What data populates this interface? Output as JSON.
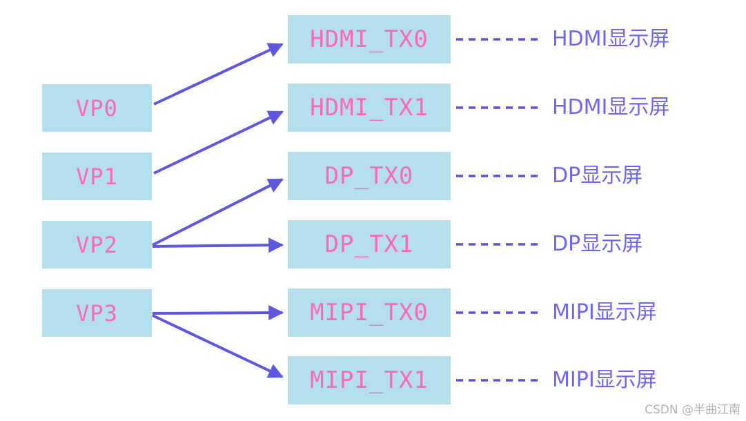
{
  "diagram": {
    "vp_nodes": [
      {
        "label": "VP0"
      },
      {
        "label": "VP1"
      },
      {
        "label": "VP2"
      },
      {
        "label": "VP3"
      }
    ],
    "tx_nodes": [
      {
        "label": "HDMI_TX0",
        "display_label": "HDMI显示屏"
      },
      {
        "label": "HDMI_TX1",
        "display_label": "HDMI显示屏"
      },
      {
        "label": "DP_TX0",
        "display_label": "DP显示屏"
      },
      {
        "label": "DP_TX1",
        "display_label": "DP显示屏"
      },
      {
        "label": "MIPI_TX0",
        "display_label": "MIPI显示屏"
      },
      {
        "label": "MIPI_TX1",
        "display_label": "MIPI显示屏"
      }
    ],
    "connections": [
      {
        "from": "VP0",
        "to": "HDMI_TX0"
      },
      {
        "from": "VP1",
        "to": "HDMI_TX1"
      },
      {
        "from": "VP2",
        "to": "DP_TX0"
      },
      {
        "from": "VP2",
        "to": "DP_TX1"
      },
      {
        "from": "VP3",
        "to": "MIPI_TX0"
      },
      {
        "from": "VP3",
        "to": "MIPI_TX1"
      }
    ],
    "colors": {
      "node_fill": "#b5dfec",
      "node_text": "#ff69b4",
      "arrow": "#5f57e0",
      "dash_line": "#5a52d8",
      "display_label_text": "#6e67ee",
      "watermark_text": "#b3b3b3"
    }
  },
  "watermark": {
    "text": "CSDN @半曲江南"
  }
}
